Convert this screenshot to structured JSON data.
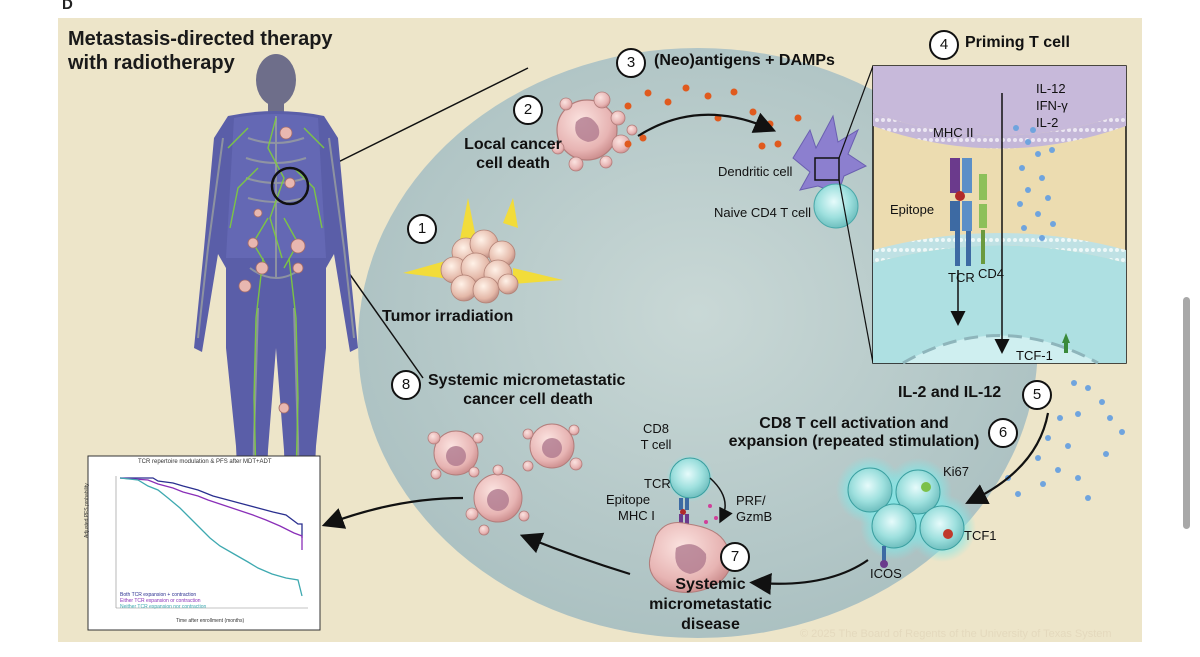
{
  "panel_letter": "D",
  "title_line1": "Metastasis-directed therapy",
  "title_line2": "with radiotherapy",
  "steps": {
    "s1": {
      "num": "1",
      "label": "Tumor irradiation"
    },
    "s2": {
      "num": "2",
      "label_line1": "Local cancer",
      "label_line2": "cell death"
    },
    "s3": {
      "num": "3",
      "label": "(Neo)antigens + DAMPs"
    },
    "s4": {
      "num": "4",
      "label": "Priming T cell"
    },
    "s5": {
      "num": "5",
      "label": "IL-2 and IL-12"
    },
    "s6": {
      "num": "6",
      "label_line1": "CD8 T cell activation and",
      "label_line2": "expansion (repeated stimulation)"
    },
    "s7": {
      "num": "7",
      "label_line1": "Systemic",
      "label_line2": "micrometastatic",
      "label_line3": "disease"
    },
    "s8": {
      "num": "8",
      "label_line1": "Systemic micrometastatic",
      "label_line2": "cancer cell death"
    }
  },
  "labels": {
    "dendritic_cell": "Dendritic cell",
    "naive_cd4": "Naive CD4 T cell",
    "mhc2": "MHC II",
    "epitope_inset": "Epitope",
    "tcr_inset": "TCR",
    "cd4": "CD4",
    "cytokines_line1": "IL-12",
    "cytokines_line2": "IFN-γ",
    "cytokines_line3": "IL-2",
    "tcf1_inset": "TCF-1",
    "ki67": "Ki67",
    "tcf1": "TCF1",
    "icos": "ICOS",
    "cd8_line1": "CD8",
    "cd8_line2": "T cell",
    "tcr": "TCR",
    "epitope": "Epitope",
    "mhc1": "MHC I",
    "prf_line1": "PRF/",
    "prf_line2": "GzmB",
    "copyright": "© 2025 The Board of Regents of the University of Texas System"
  },
  "mini_chart": {
    "title": "TCR repertoire modulation & PFS after MDT+ADT",
    "xlabel": "Time after enrollment (months)",
    "ylabel": "Adjusted PFS probability",
    "legend": [
      "Both TCR expansion + contraction",
      "Either TCR expansion or contraction",
      "Neither TCR expansion nor contraction"
    ],
    "colors": {
      "both": "#2a2f8f",
      "either": "#8a2fb8",
      "neither": "#3ea9b0"
    }
  },
  "colors": {
    "background": "#ede5c9",
    "cell_area": "#b9cccb",
    "tumor": "#e3b1b1",
    "dampa": "#e05a1e",
    "tcell": "#8fd8d6",
    "dc": "#8c7fcf"
  }
}
